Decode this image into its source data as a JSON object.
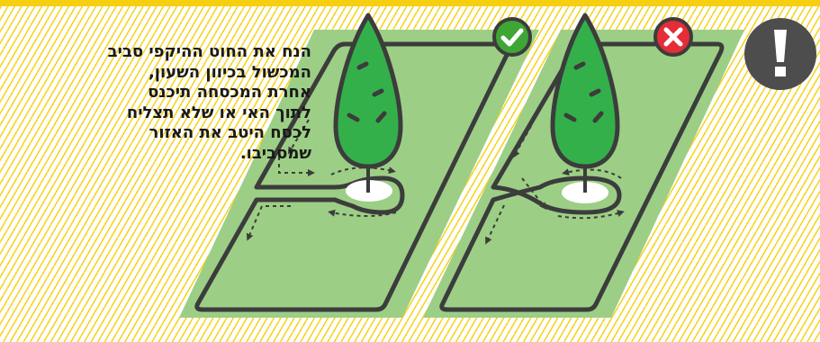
{
  "instruction_lines": [
    "הנח את החוט ההיקפי סביב",
    "המכשול בכיוון השעון,",
    "אחרת המכסחה תיכנס",
    "לתוך האי או שלא תצליח",
    "לכסח היטב את האזור",
    "שמסביבו."
  ],
  "panels": [
    {
      "status": "correct",
      "badge_icon": "checkmark-icon",
      "badge_color": "#3fa535"
    },
    {
      "status": "incorrect",
      "badge_icon": "x-mark-icon",
      "badge_color": "#e42d36"
    }
  ],
  "warning_icon": "exclamation-icon",
  "colors": {
    "stripe": "#f7d21c",
    "lawn": "#9ccf85",
    "tree": "#33b04a",
    "outline": "#3c3c3c",
    "warning_bg": "#4d4d4d"
  }
}
